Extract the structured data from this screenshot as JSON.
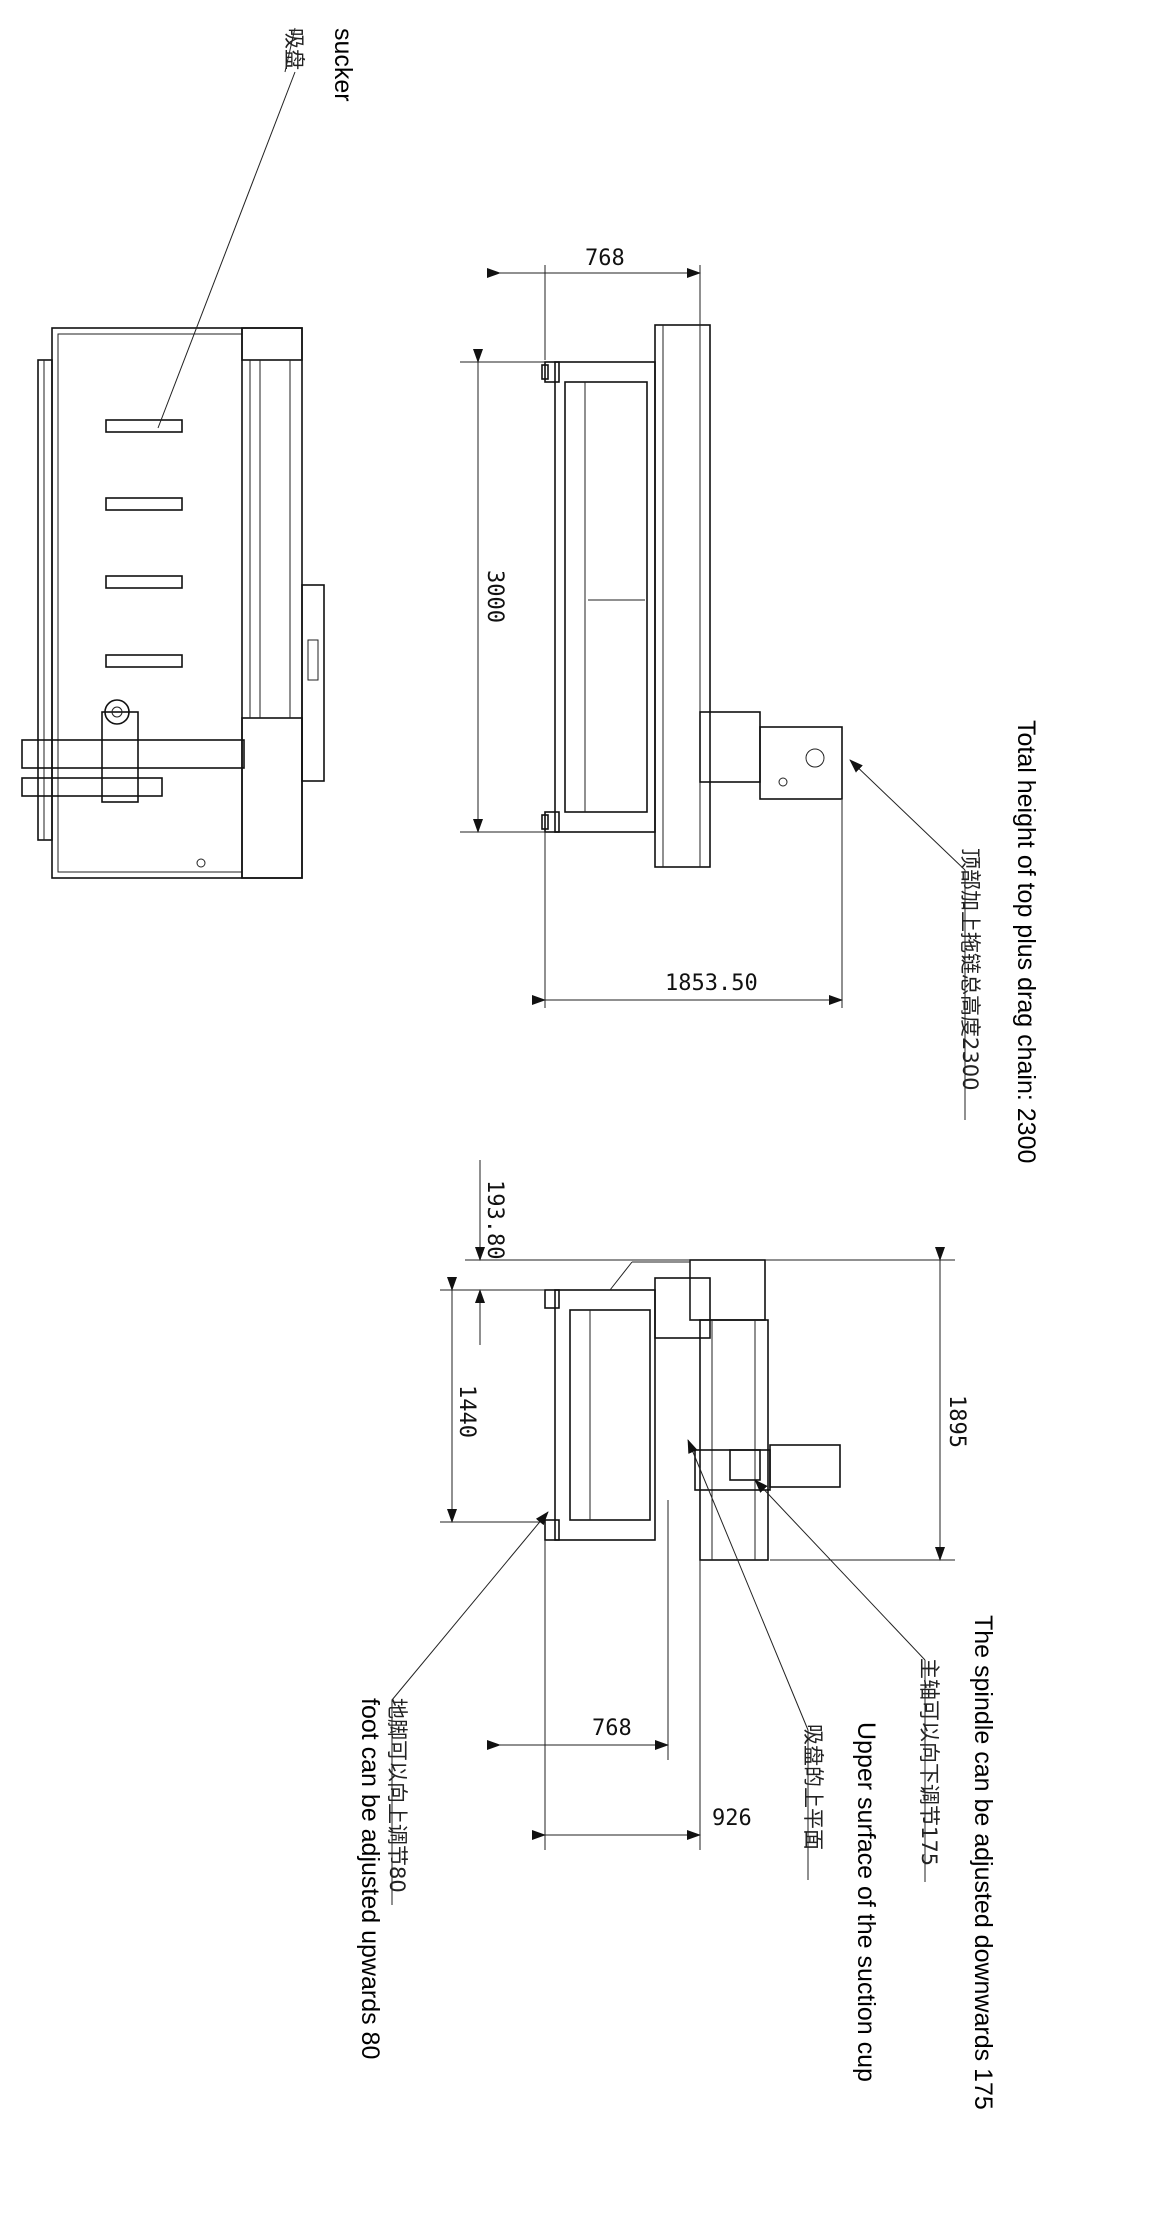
{
  "labels": {
    "sucker_en": "sucker",
    "sucker_cn": "吸盘",
    "top_height_en": "Total height of top plus drag chain: 2300",
    "top_height_cn": "顶部加上拖链总高度2300",
    "spindle_en": "The spindle can be adjusted downwards 175",
    "spindle_cn": "主轴可以向下调节175",
    "suction_en": "Upper surface of the suction cup",
    "suction_cn": "吸盘的上平面",
    "foot_en": "foot can be adjusted upwards 80",
    "foot_cn": "地脚可以向上调节80"
  },
  "dimensions": {
    "side_top_width": "768",
    "side_length": "3000",
    "side_total_width": "1853.50",
    "front_offset": "193.80",
    "front_height": "1440",
    "front_total_height": "1895",
    "front_bottom_width": "768",
    "front_bottom_offset": "926"
  }
}
